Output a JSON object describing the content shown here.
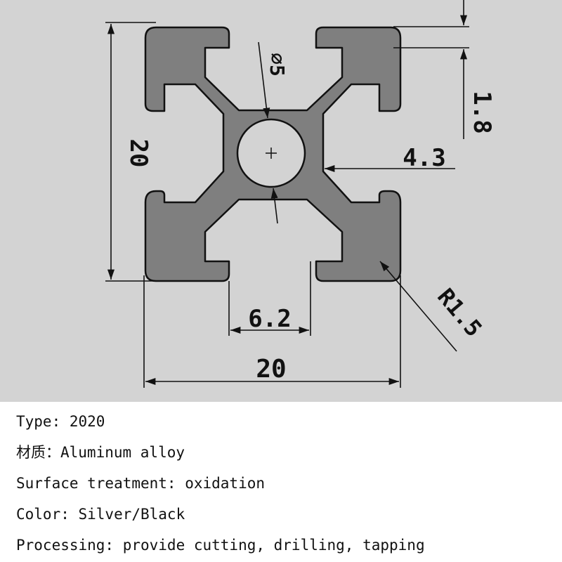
{
  "colors": {
    "drawing_background": "#d3d3d3",
    "profile_fill": "#7f7f7f",
    "outline": "#111111",
    "text": "#111111"
  },
  "drawing": {
    "dimensions": {
      "height": "20",
      "width": "20",
      "bore_diameter": "⌀5",
      "wall_thickness": "1.8",
      "web_thickness": "4.3",
      "slot_width": "6.2",
      "corner_radius": "R1.5"
    }
  },
  "specs": [
    "Type: 2020",
    "材质：Aluminum alloy",
    "Surface treatment: oxidation",
    "Color: Silver/Black",
    "Processing: provide cutting, drilling, tapping"
  ]
}
